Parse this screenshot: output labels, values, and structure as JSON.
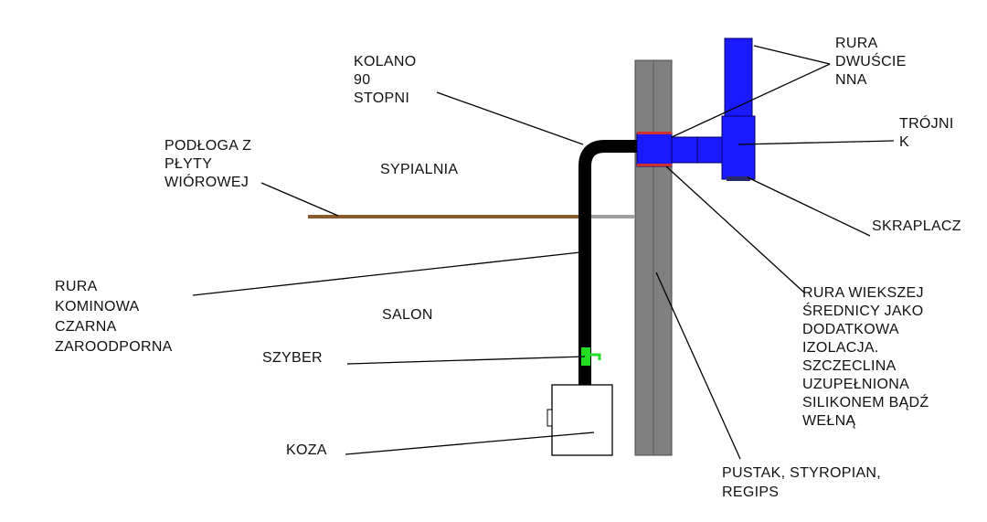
{
  "colors": {
    "background": "#ffffff",
    "wall": "#808080",
    "pipe_black": "#000000",
    "pipe_blue": "#1a1aff",
    "floor_board": "#8b5a2b",
    "floor_through_wall": "#a0a0a0",
    "insulation_sleeve": "#d03030",
    "damper": "#22dd22",
    "stove_fill": "#ffffff"
  },
  "rooms": {
    "upper": "SYPIALNIA",
    "lower": "SALON"
  },
  "labels": {
    "elbow": [
      "KOLANO",
      "90",
      "STOPNI"
    ],
    "floor": [
      "PODŁOGA Z",
      "PŁYTY",
      "WIÓROWEJ"
    ],
    "double_wall_pipe": [
      "RURA",
      "DWUŚCIE",
      "NNA"
    ],
    "tee": [
      "TRÓJNI",
      "K"
    ],
    "condensate": [
      "SKRAPLACZ"
    ],
    "chimney_pipe": [
      "RURA",
      "KOMINOWA",
      "CZARNA",
      "ZAROODPORNA"
    ],
    "sleeve": [
      "RURA WIEKSZEJ",
      "ŚREDNICY JAKO",
      "DODATKOWA",
      "IZOLACJA.",
      "SZCZECLINA",
      "UZUPEŁNIONA",
      "SILIKONEM BĄDŹ",
      "WEŁNĄ"
    ],
    "damper": [
      "SZYBER"
    ],
    "stove": [
      "KOZA"
    ],
    "wall": [
      "PUSTAK, STYROPIAN,",
      "REGIPS"
    ]
  }
}
